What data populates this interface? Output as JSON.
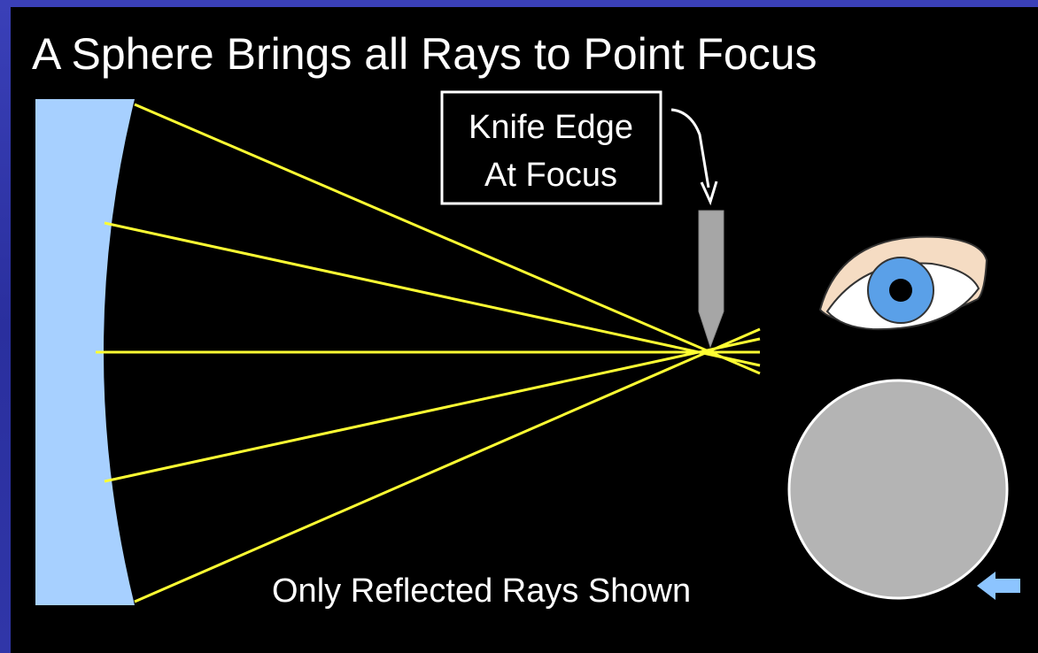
{
  "title": "A Sphere Brings all Rays to Point Focus",
  "callout": {
    "line1": "Knife Edge",
    "line2": "At Focus"
  },
  "caption": "Only Reflected Rays Shown",
  "colors": {
    "background": "#000000",
    "frame": "#2e34a8",
    "mirror": "#a7d0ff",
    "rays": "#ffff33",
    "knife": "#a6a6a6",
    "iris": "#5aa0e8",
    "disk": "#b4b4b4",
    "arrow": "#8cc4ff"
  },
  "icons": [
    "eye-icon",
    "knife-edge-icon",
    "arrow-left-icon"
  ]
}
